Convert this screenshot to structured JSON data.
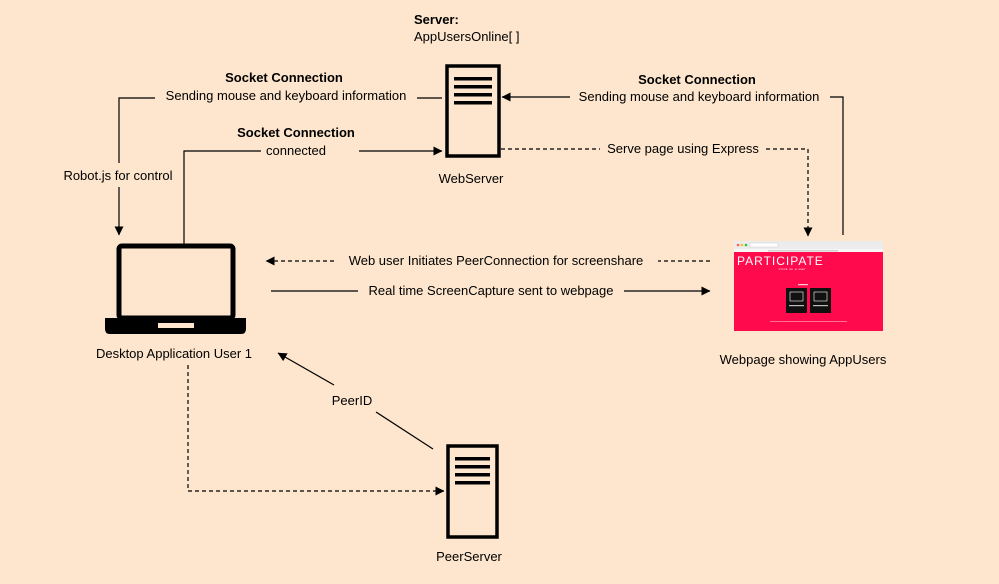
{
  "server_header": {
    "title": "Server:",
    "subtitle": "AppUsersOnline[ ]"
  },
  "nodes": {
    "webserver": "WebServer",
    "peerserver": "PeerServer",
    "desktop": "Desktop Application User 1",
    "webpage": "Webpage showing AppUsers"
  },
  "edges": {
    "socket_left": {
      "title": "Socket Connection",
      "text": "Sending mouse and keyboard information"
    },
    "socket_middle": {
      "title": "Socket Connection",
      "text": "connected"
    },
    "socket_right": {
      "title": "Socket Connection",
      "text": "Sending mouse and keyboard information"
    },
    "robot": "Robot.js for control",
    "serve_page": "Serve page using Express",
    "peer_connection": "Web user Initiates PeerConnection for screenshare",
    "screen_capture": "Real time ScreenCapture sent to webpage",
    "peer_id": "PeerID"
  },
  "webpage_screenshot": {
    "heading": "PARTICIPATE",
    "subheading": "click on a user",
    "accent_color": "#ff0a4d"
  },
  "colors": {
    "background": "#fde6cd",
    "ink": "#000000"
  },
  "icons": [
    "server-icon",
    "laptop-icon",
    "webpage-screenshot"
  ]
}
